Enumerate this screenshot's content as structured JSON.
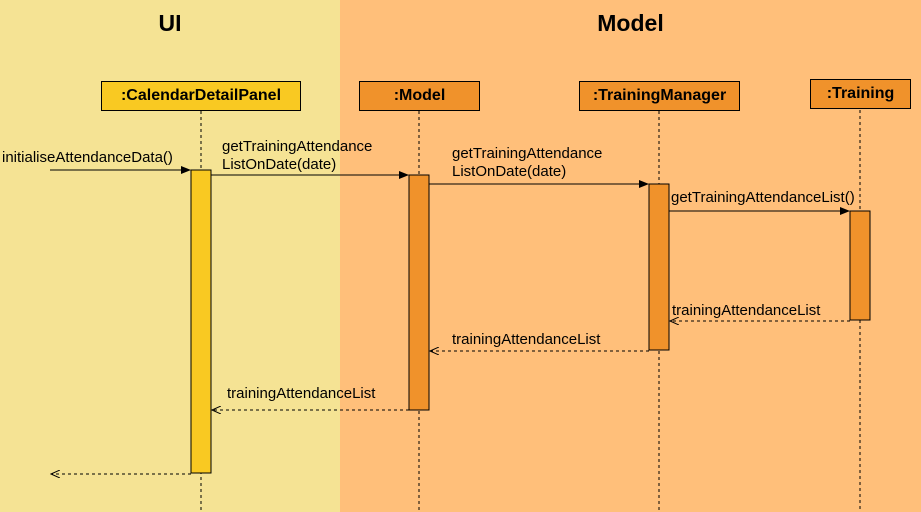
{
  "regions": {
    "ui": {
      "title": "UI"
    },
    "model": {
      "title": "Model"
    }
  },
  "participants": [
    {
      "label": ":CalendarDetailPanel"
    },
    {
      "label": ":Model"
    },
    {
      "label": ":TrainingManager"
    },
    {
      "label": ":Training"
    }
  ],
  "messages": [
    {
      "line1": "initialiseAttendanceData()"
    },
    {
      "line1": "getTrainingAttendance",
      "line2": "ListOnDate(date)"
    },
    {
      "line1": "getTrainingAttendance",
      "line2": "ListOnDate(date)"
    },
    {
      "line1": "getTrainingAttendanceList()"
    },
    {
      "line1": "trainingAttendanceList"
    },
    {
      "line1": "trainingAttendanceList"
    },
    {
      "line1": "trainingAttendanceList"
    }
  ],
  "colors": {
    "ui_background": "#f5e394",
    "model_background": "#ffbf7a",
    "ui_participant": "#f9c922",
    "model_participant": "#f0922b"
  }
}
